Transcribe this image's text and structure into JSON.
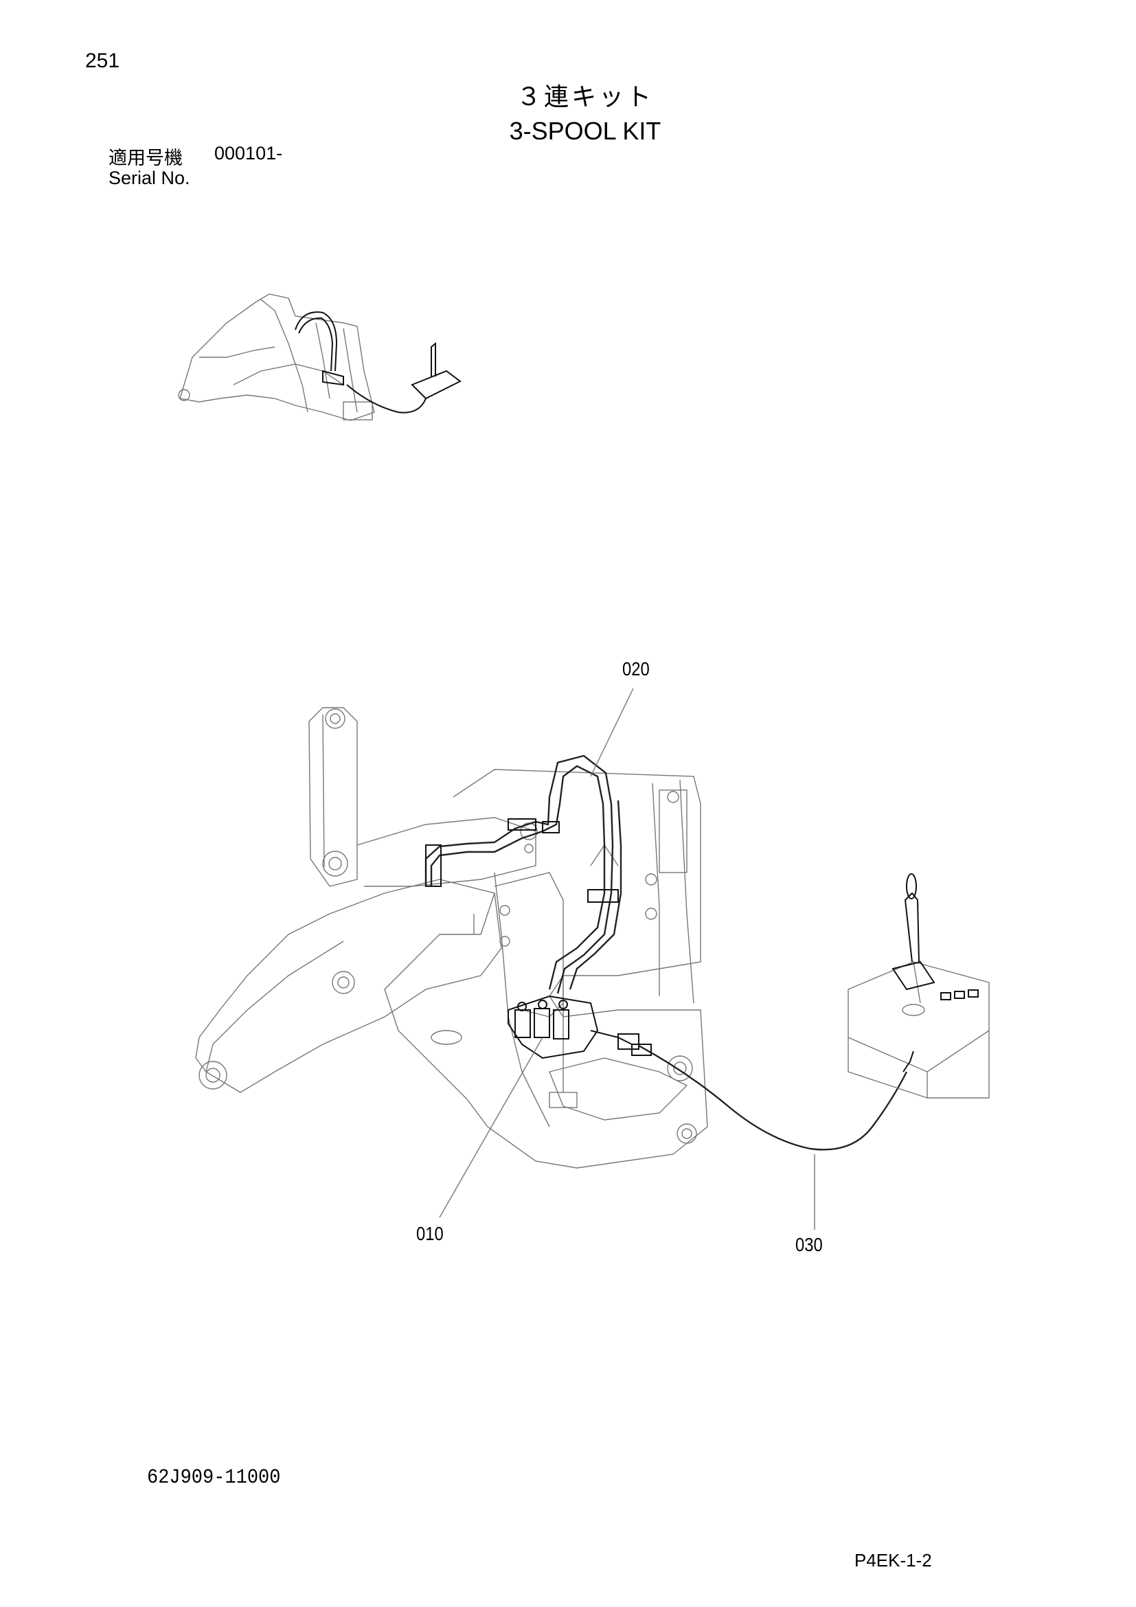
{
  "header": {
    "page_number": "251",
    "title_jp": "３連キット",
    "title_en": "3-SPOOL KIT",
    "serial_label_jp": "適用号機",
    "serial_value": "000101-",
    "serial_label_en": "Serial No."
  },
  "callouts": {
    "c020": "020",
    "c010": "010",
    "c030": "030"
  },
  "footer": {
    "part_code": "62J909-11000",
    "page_ref": "P4EK-1-2"
  }
}
